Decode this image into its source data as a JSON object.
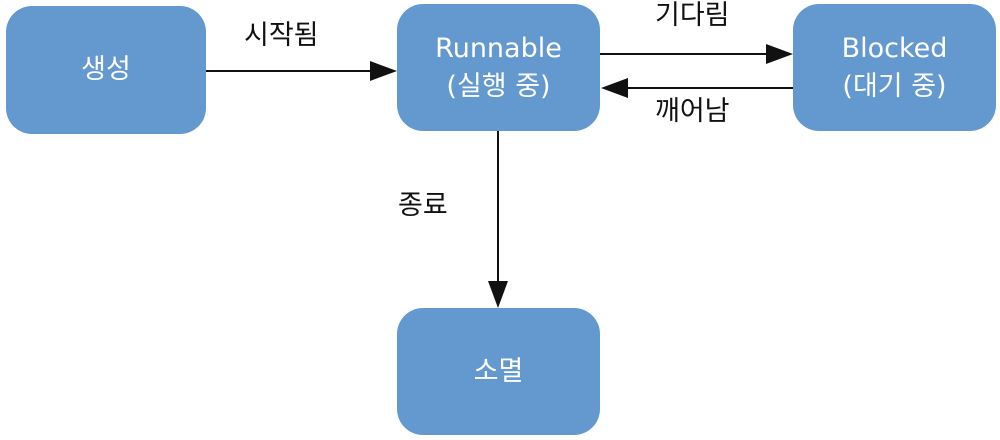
{
  "diagram": {
    "nodes": {
      "created": {
        "label": "생성"
      },
      "runnable": {
        "line1": "Runnable",
        "line2": "(실행 중)"
      },
      "blocked": {
        "line1": "Blocked",
        "line2": "(대기 중)"
      },
      "dead": {
        "label": "소멸"
      }
    },
    "edges": {
      "started": {
        "label": "시작됨",
        "from": "created",
        "to": "runnable"
      },
      "wait": {
        "label": "기다림",
        "from": "runnable",
        "to": "blocked"
      },
      "wake": {
        "label": "깨어남",
        "from": "blocked",
        "to": "runnable"
      },
      "end": {
        "label": "종료",
        "from": "runnable",
        "to": "dead"
      }
    },
    "colors": {
      "node_fill": "#6399ce",
      "node_text": "#ffffff",
      "edge": "#111111"
    }
  }
}
